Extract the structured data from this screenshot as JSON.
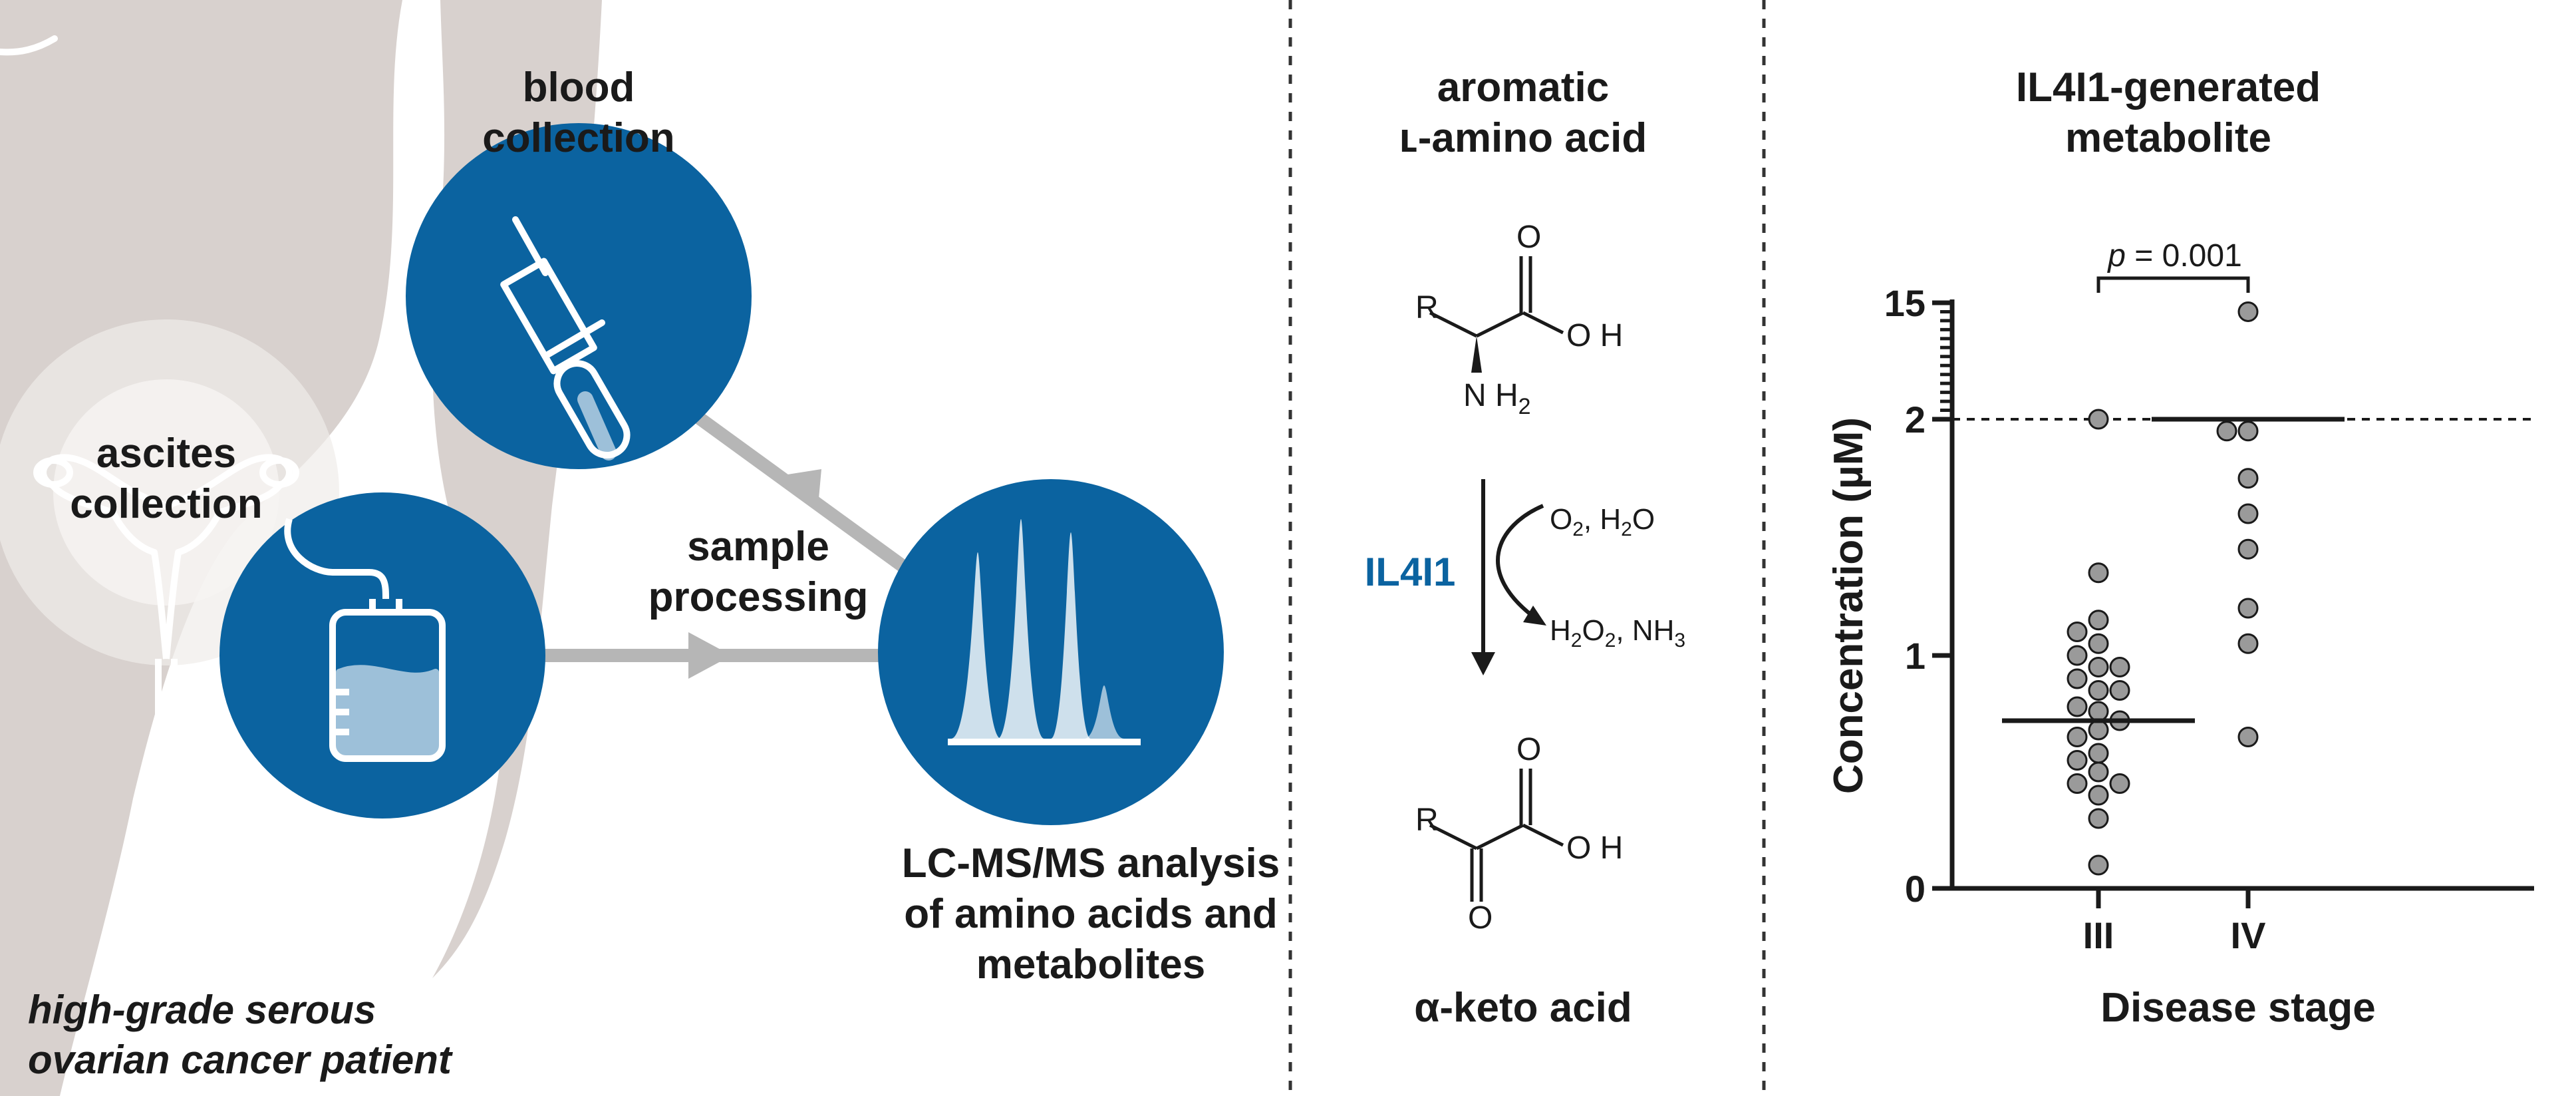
{
  "colors": {
    "primary_blue": "#0b63a0",
    "silhouette": "#d8d1ce",
    "arrow_gray": "#b6b6b6",
    "point_fill": "#9a9a9a",
    "text": "#1a1a1a"
  },
  "workflow": {
    "blood_label": [
      "blood",
      "collection"
    ],
    "ascites_label": [
      "ascites",
      "collection"
    ],
    "processing_label": [
      "sample",
      "processing"
    ],
    "analysis_label": [
      "LC-MS/MS analysis",
      "of amino acids and",
      "metabolites"
    ],
    "patient_label": [
      "high-grade serous",
      "ovarian cancer patient"
    ],
    "icons": [
      "syringe-tube-icon",
      "ascites-bag-icon",
      "chromatogram-icon",
      "uterus-icon"
    ]
  },
  "reaction": {
    "header": [
      "aromatic",
      "ʟ-amino acid"
    ],
    "enzyme": "IL4I1",
    "substrate_atoms": {
      "r": "R",
      "o": "O",
      "oh": "O H",
      "nh": "N H",
      "nh_sub": "2"
    },
    "reagents_in": {
      "a": "O",
      "a_sub": "2",
      "mid": ", H",
      "b_sub": "2",
      "b": "O"
    },
    "reagents_out": {
      "a": "H",
      "a_sub": "2",
      "b": "O",
      "b_sub": "2",
      "mid": ", NH",
      "c_sub": "3"
    },
    "product_atoms": {
      "r": "R",
      "o_top": "O",
      "oh": "O H",
      "o_bottom": "O"
    },
    "footer": "α-keto acid"
  },
  "chart_data": {
    "type": "scatter",
    "title": [
      "IL4I1-generated",
      "metabolite"
    ],
    "xlabel": "Disease stage",
    "ylabel": "Concentration (µM)",
    "categories": [
      "III",
      "IV"
    ],
    "yticks": [
      "0",
      "1",
      "2",
      "15"
    ],
    "axis_note": "segmented y-axis: 0–1, 1–2, 2–15 (compressed)",
    "reference_line": 2,
    "annotation": {
      "p_label": "p",
      "p_value": " = 0.001"
    },
    "series": [
      {
        "category": "III",
        "values": [
          2.0,
          1.35,
          1.15,
          1.05,
          1.1,
          1.0,
          0.95,
          0.95,
          0.9,
          0.85,
          0.85,
          0.78,
          0.76,
          0.72,
          0.68,
          0.65,
          0.58,
          0.55,
          0.5,
          0.45,
          0.45,
          0.4,
          0.3,
          0.1
        ],
        "median": 0.72
      },
      {
        "category": "IV",
        "values": [
          14.0,
          1.95,
          1.95,
          1.75,
          1.6,
          1.45,
          1.2,
          1.05,
          0.65
        ],
        "median": 2.0
      }
    ]
  }
}
